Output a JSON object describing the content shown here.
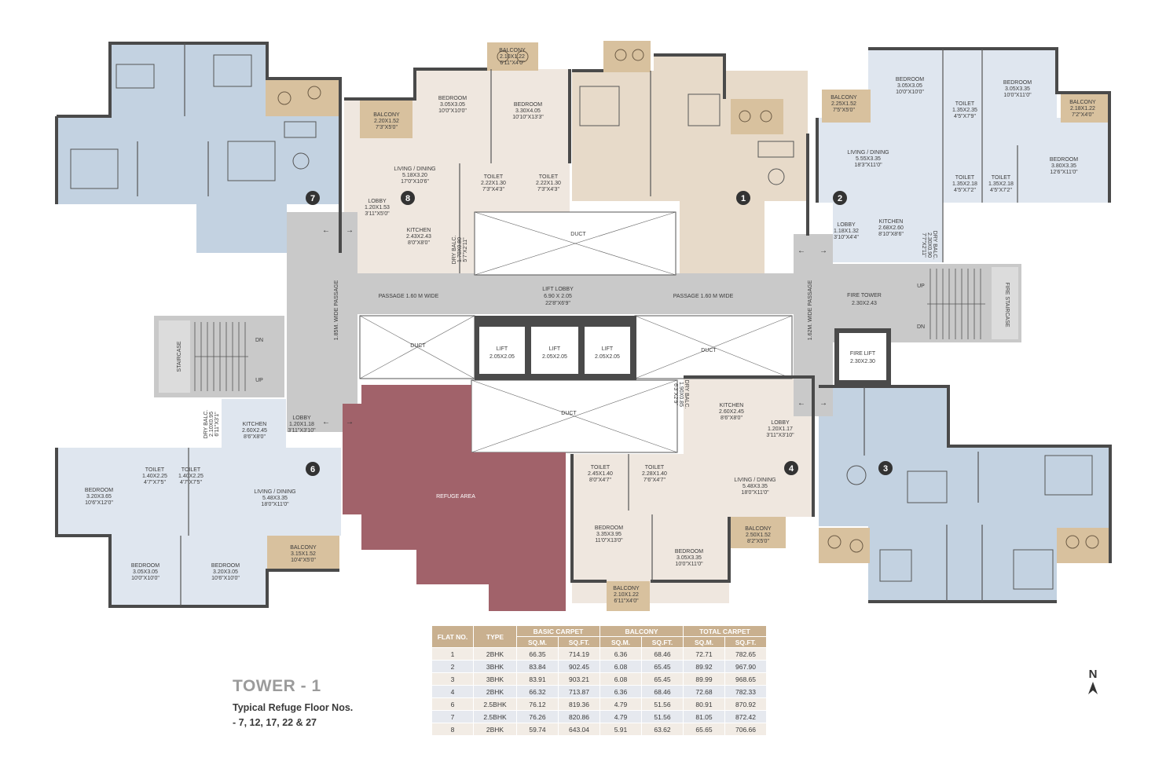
{
  "drawing": {
    "title": "TOWER - 1",
    "subtitle_line1": "Typical Refuge Floor Nos.",
    "subtitle_line2": "- 7, 12, 17, 22 & 27",
    "north": "N"
  },
  "labels": {
    "duct": "DUCT",
    "lift": "LIFT",
    "lift_size": "2.05X2.05",
    "staircase": "STAIRCASE",
    "up": "UP",
    "dn": "DN",
    "refuge": "REFUGE AREA",
    "lift_lobby": "LIFT LOBBY",
    "lift_lobby_size": "6.90 X 2.05",
    "lift_lobby_ft": "22'8\"X6'9\"",
    "passage": "PASSAGE 1.60 M WIDE",
    "passage_left": "1.85M. WIDE PASSAGE",
    "passage_right": "1.62M. WIDE PASSAGE",
    "fire_tower": "FIRE TOWER",
    "fire_tower_size": "2.30X2.43",
    "fire_staircase": "FIRE STAIRCASE",
    "fire_lift": "FIRE LIFT",
    "fire_lift_size": "2.30X2.30"
  },
  "flat_numbers": [
    "1",
    "2",
    "3",
    "4",
    "6",
    "7",
    "8"
  ],
  "rooms": {
    "f8_balcony": [
      "BALCONY",
      "2.20X1.52",
      "7'3\"X5'0\""
    ],
    "f8_bed1": [
      "BEDROOM",
      "3.05X3.05",
      "10'0\"X10'0\""
    ],
    "f8_bed2": [
      "BEDROOM",
      "3.30X4.05",
      "10'10\"X13'3\""
    ],
    "f8_balcony2": [
      "BALCONY",
      "2.10X1.22",
      "6'11\"X4'0\""
    ],
    "f8_living": [
      "LIVING / DINING",
      "5.18X3.20",
      "17'0\"X10'6\""
    ],
    "f8_toilet1": [
      "TOILET",
      "2.22X1.30",
      "7'3\"X4'3\""
    ],
    "f8_toilet2": [
      "TOILET",
      "2.22X1.30",
      "7'3\"X4'3\""
    ],
    "f8_lobby": [
      "LOBBY",
      "1.20X1.53",
      "3'11\"X5'0\""
    ],
    "f8_kitchen": [
      "KITCHEN",
      "2.43X2.43",
      "8'0\"X8'0\""
    ],
    "f8_drybalc": [
      "DRY BALC.",
      "1.70X0.80",
      "5'7\"X2'11\""
    ],
    "f2_bed1": [
      "BEDROOM",
      "3.05X3.05",
      "10'0\"X10'0\""
    ],
    "f2_bed2": [
      "BEDROOM",
      "3.05X3.35",
      "10'0\"X11'0\""
    ],
    "f2_balcony1": [
      "BALCONY",
      "2.25X1.52",
      "7'5\"X5'0\""
    ],
    "f2_toilet1": [
      "TOILET",
      "1.35X2.35",
      "4'5\"X7'9\""
    ],
    "f2_balcony2": [
      "BALCONY",
      "2.18X1.22",
      "7'2\"X4'0\""
    ],
    "f2_living": [
      "LIVING / DINING",
      "5.55X3.35",
      "18'3\"X11'0\""
    ],
    "f2_bed3": [
      "BEDROOM",
      "3.80X3.35",
      "12'6\"X11'0\""
    ],
    "f2_toilet2": [
      "TOILET",
      "1.35X2.18",
      "4'5\"X7'2\""
    ],
    "f2_toilet3": [
      "TOILET",
      "1.35X2.18",
      "4'5\"X7'2\""
    ],
    "f2_lobby": [
      "LOBBY",
      "1.18X1.32",
      "3'10\"X4'4\""
    ],
    "f2_kitchen": [
      "KITCHEN",
      "2.68X2.60",
      "8'10\"X8'6\""
    ],
    "f2_drybalc": [
      "DRY BALC.",
      "2.30X0.90",
      "7'7\"X2'11\""
    ],
    "f6_kitchen": [
      "KITCHEN",
      "2.60X2.45",
      "8'6\"X8'0\""
    ],
    "f6_lobby": [
      "LOBBY",
      "1.20X1.18",
      "3'11\"X3'10\""
    ],
    "f6_drybalc": [
      "DRY BALC.",
      "2.10X0.95",
      "6'11\"X3'1\""
    ],
    "f6_bed1": [
      "BEDROOM",
      "3.20X3.65",
      "10'6\"X12'0\""
    ],
    "f6_toilet1": [
      "TOILET",
      "1.40X2.25",
      "4'7\"X7'5\""
    ],
    "f6_toilet2": [
      "TOILET",
      "1.40X2.25",
      "4'7\"X7'5\""
    ],
    "f6_living": [
      "LIVING / DINING",
      "5.48X3.35",
      "18'0\"X11'0\""
    ],
    "f6_bed2": [
      "BEDROOM",
      "3.05X3.05",
      "10'0\"X10'0\""
    ],
    "f6_bed3": [
      "BEDROOM",
      "3.20X3.05",
      "10'6\"X10'0\""
    ],
    "f6_balcony": [
      "BALCONY",
      "3.15X1.52",
      "10'4\"X5'0\""
    ],
    "f4_drybalc": [
      "DRY BALC.",
      "1.90X0.85",
      "6'3\"X2'9\""
    ],
    "f4_kitchen": [
      "KITCHEN",
      "2.60X2.45",
      "8'6\"X8'0\""
    ],
    "f4_lobby": [
      "LOBBY",
      "1.20X1.17",
      "3'11\"X3'10\""
    ],
    "f4_toilet1": [
      "TOILET",
      "2.45X1.40",
      "8'0\"X4'7\""
    ],
    "f4_toilet2": [
      "TOILET",
      "2.28X1.40",
      "7'6\"X4'7\""
    ],
    "f4_living": [
      "LIVING / DINING",
      "5.48X3.35",
      "18'0\"X11'0\""
    ],
    "f4_bed1": [
      "BEDROOM",
      "3.35X3.95",
      "11'0\"X13'0\""
    ],
    "f4_bed2": [
      "BEDROOM",
      "3.05X3.35",
      "10'0\"X11'0\""
    ],
    "f4_balcony1": [
      "BALCONY",
      "2.50X1.52",
      "8'2\"X5'0\""
    ],
    "f4_balcony2": [
      "BALCONY",
      "2.10X1.22",
      "6'11\"X4'0\""
    ]
  },
  "table": {
    "h_flat": "FLAT NO.",
    "h_type": "TYPE",
    "h_basic": "BASIC CARPET",
    "h_balcony": "BALCONY",
    "h_total": "TOTAL CARPET",
    "h_sqm": "SQ.M.",
    "h_sqft": "SQ.FT.",
    "rows": [
      [
        "1",
        "2BHK",
        "66.35",
        "714.19",
        "6.36",
        "68.46",
        "72.71",
        "782.65"
      ],
      [
        "2",
        "3BHK",
        "83.84",
        "902.45",
        "6.08",
        "65.45",
        "89.92",
        "967.90"
      ],
      [
        "3",
        "3BHK",
        "83.91",
        "903.21",
        "6.08",
        "65.45",
        "89.99",
        "968.65"
      ],
      [
        "4",
        "2BHK",
        "66.32",
        "713.87",
        "6.36",
        "68.46",
        "72.68",
        "782.33"
      ],
      [
        "6",
        "2.5BHK",
        "76.12",
        "819.36",
        "4.79",
        "51.56",
        "80.91",
        "870.92"
      ],
      [
        "7",
        "2.5BHK",
        "76.26",
        "820.86",
        "4.79",
        "51.56",
        "81.05",
        "872.42"
      ],
      [
        "8",
        "2BHK",
        "59.74",
        "643.04",
        "5.91",
        "63.62",
        "65.65",
        "706.66"
      ]
    ]
  },
  "colors": {
    "flat_blue": "#c3d2e1",
    "flat_light_blue": "#dfe6ef",
    "flat_cream": "#efe7df",
    "flat_tan": "#e7dac9",
    "balcony": "#d8c19e",
    "core_grey": "#c9c9c9",
    "refuge": "#a1626a",
    "wall": "#4a4a4a"
  }
}
